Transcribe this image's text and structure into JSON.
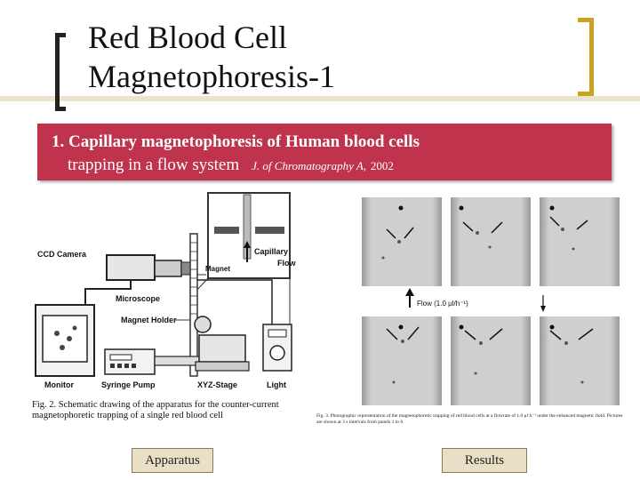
{
  "slide": {
    "title_line1": "Red Blood Cell",
    "title_line2": "Magnetophoresis-1"
  },
  "banner": {
    "line1": "1. Capillary magnetophoresis of Human blood cells",
    "line2": "trapping in a flow system",
    "citation": "J. of Chromatography A,",
    "year": "2002"
  },
  "apparatus_figure": {
    "labels": {
      "ccd_camera": "CCD Camera",
      "capillary": "Capillary",
      "flow": "Flow",
      "magnet": "Magnet",
      "microscope": "Microscope",
      "magnet_holder": "Magnet Holder",
      "monitor": "Monitor",
      "syringe_pump": "Syringe Pump",
      "xyz_stage": "XYZ-Stage",
      "light": "Light"
    },
    "caption": "Fig. 2.  Schematic drawing of the apparatus for the counter-current magnetophoretic trapping of a single red blood cell"
  },
  "results_figure": {
    "flow_label": "Flow (1.0 μl/h⁻¹)",
    "caption": "Fig. 3. Photographic representation of the magnetophoretic trapping of red blood cells at a flowrate of 1.0 μl h⁻¹ under the enhanced magnetic field. Pictures are shown at 3 s intervals from panels 1 to 6."
  },
  "buttons": {
    "apparatus": "Apparatus",
    "results": "Results"
  },
  "colors": {
    "banner": "#c0334d",
    "accent_gold": "#c9a21f",
    "button_bg": "#e9dfc6"
  }
}
